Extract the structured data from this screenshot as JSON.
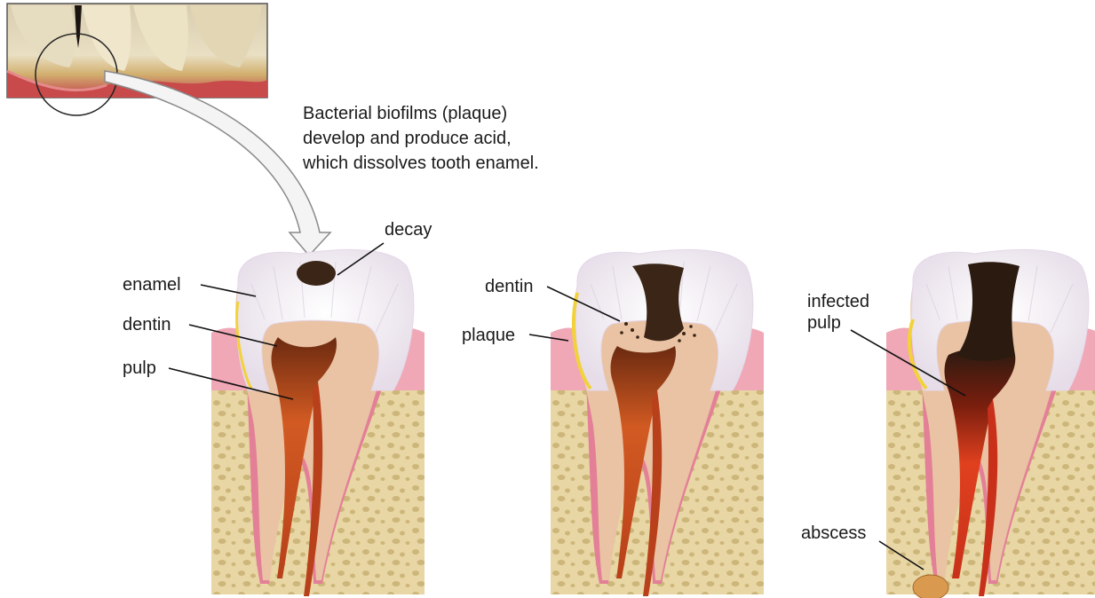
{
  "caption": {
    "line1": "Bacterial biofilms (plaque)",
    "line2": "develop and produce acid,",
    "line3": "which dissolves tooth enamel."
  },
  "labels": {
    "decay": "decay",
    "enamel": "enamel",
    "dentin_1": "dentin",
    "pulp": "pulp",
    "dentin_2": "dentin",
    "plaque": "plaque",
    "infected_pulp_line1": "infected",
    "infected_pulp_line2": "pulp",
    "abscess": "abscess"
  },
  "colors": {
    "enamel": "#f2eef2",
    "enamel_streak": "#d8cde0",
    "dentin": "#e9c3a3",
    "pulp": "#c8451c",
    "pulp_dark": "#8a2a0e",
    "gum": "#f0a7b6",
    "gum_edge": "#e37f97",
    "bone": "#e8d6a4",
    "bone_pore": "#cdb67a",
    "decay": "#3a2516",
    "plaque": "#f2d23a",
    "abscess": "#d99a50",
    "photo_gum": "#c84a4a",
    "photo_tooth": "#efe4c6"
  }
}
